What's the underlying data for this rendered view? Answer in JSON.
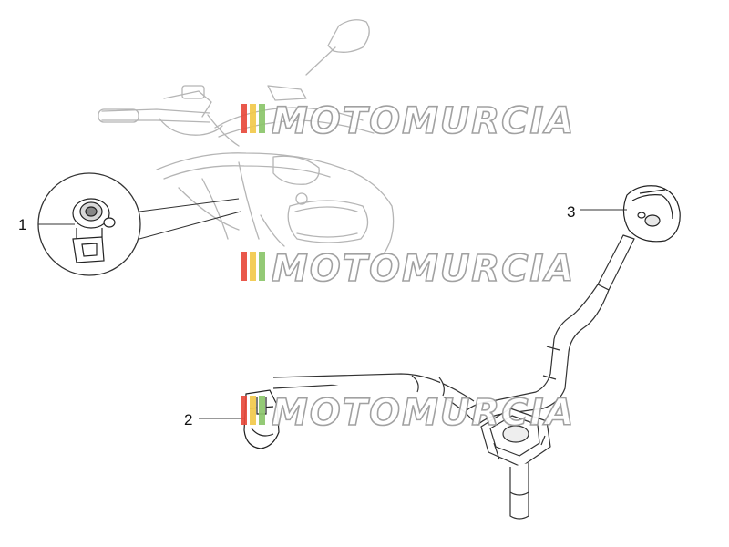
{
  "callouts": [
    {
      "id": "1",
      "label": "1"
    },
    {
      "id": "2",
      "label": "2"
    },
    {
      "id": "3",
      "label": "3"
    }
  ],
  "watermark": {
    "text": "MOTOMURCIA",
    "stripe_colors": [
      "#e84a3c",
      "#f2c94c",
      "#8cc66b"
    ]
  },
  "colors": {
    "line": "#333333",
    "ghost_line": "#b5b5b5"
  }
}
